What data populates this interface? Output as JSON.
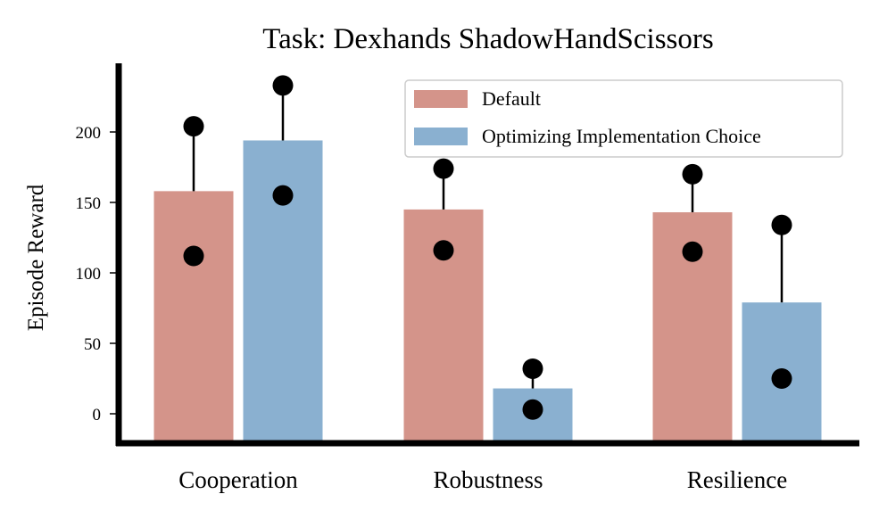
{
  "chart_data": {
    "type": "bar",
    "title": "Task: Dexhands ShadowHandScissors",
    "xlabel": "",
    "ylabel": "Episode Reward",
    "categories": [
      "Cooperation",
      "Robustness",
      "Resilience"
    ],
    "ylim": [
      -20,
      248
    ],
    "yticks": [
      0,
      50,
      100,
      150,
      200
    ],
    "grid": false,
    "legend_position": "top-right",
    "series": [
      {
        "name": "Default",
        "color": "#d4948a",
        "values": [
          158,
          145,
          143
        ],
        "error_upper": [
          204,
          174,
          170
        ],
        "points": [
          [
            204,
            112
          ],
          [
            174,
            116
          ],
          [
            170,
            115
          ]
        ]
      },
      {
        "name": "Optimizing Implementation Choice",
        "color": "#8ab0d0",
        "values": [
          194,
          18,
          79
        ],
        "error_upper": [
          233,
          32,
          134
        ],
        "points": [
          [
            233,
            155
          ],
          [
            32,
            3
          ],
          [
            134,
            25
          ]
        ]
      }
    ]
  }
}
